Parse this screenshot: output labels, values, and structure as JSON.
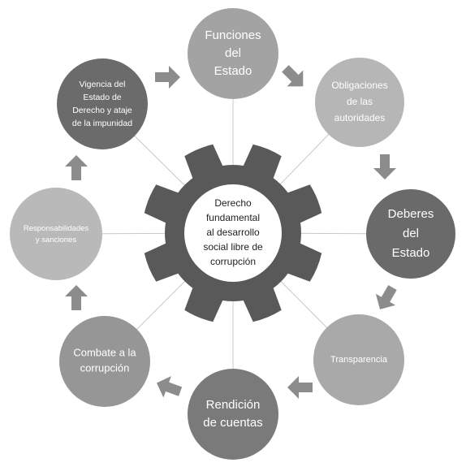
{
  "diagram": {
    "center": {
      "lines": [
        "Derecho",
        "fundamental",
        "al desarrollo",
        "social libre de",
        "corrupción"
      ]
    },
    "nodes": [
      {
        "id": "funciones-del-estado",
        "lines": [
          "Funciones",
          "del",
          "Estado"
        ],
        "color": "#a3a3a3"
      },
      {
        "id": "obligaciones-de-las-autoridades",
        "lines": [
          "Obligaciones",
          "de las",
          "autoridades"
        ],
        "color": "#b6b6b6"
      },
      {
        "id": "deberes-del-estado",
        "lines": [
          "Deberes",
          "del",
          "Estado"
        ],
        "color": "#6a6a6a"
      },
      {
        "id": "transparencia",
        "lines": [
          "Transparencia"
        ],
        "color": "#a9a9a9"
      },
      {
        "id": "rendicion-de-cuentas",
        "lines": [
          "Rendición",
          "de cuentas"
        ],
        "color": "#7a7a7a"
      },
      {
        "id": "combate-a-la-corrupcion",
        "lines": [
          "Combate a la",
          "corrupción"
        ],
        "color": "#969696"
      },
      {
        "id": "responsabilidades-y-sanciones",
        "lines": [
          "Responsabilidades",
          "y sanciones"
        ],
        "color": "#b9b9b9"
      },
      {
        "id": "vigencia-del-estado-de-derecho",
        "lines": [
          "Vigencia del",
          "Estado de",
          "Derecho y ataje",
          "de la impunidad"
        ],
        "color": "#6b6b6b"
      }
    ],
    "colors": {
      "gear": "#595959",
      "arrow": "#8c8c8c",
      "spoke": "#c8c8c8",
      "center_fill": "#ffffff"
    }
  }
}
